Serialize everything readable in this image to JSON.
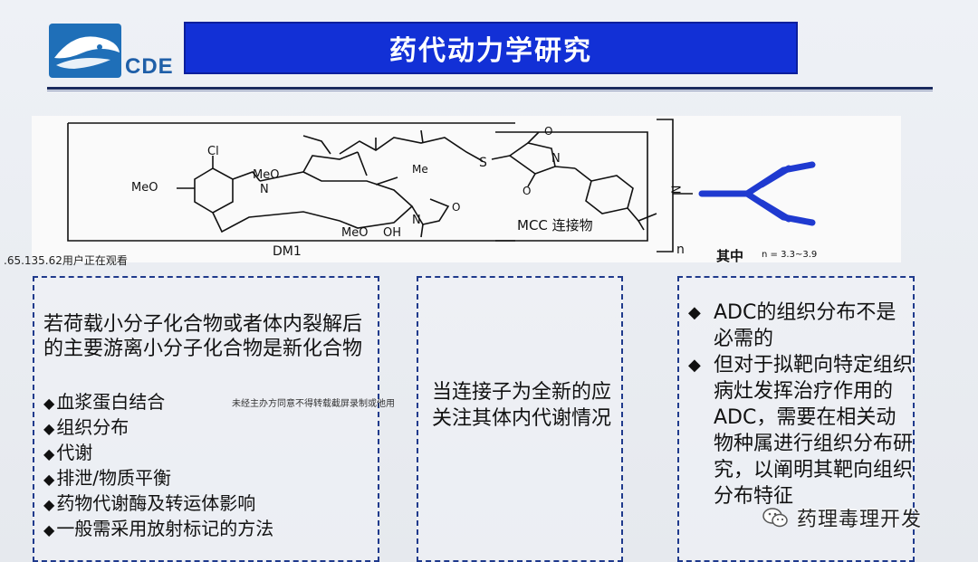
{
  "header": {
    "logo_text": "CDE",
    "title": "药代动力学研究"
  },
  "structure": {
    "labels": {
      "meo_left": "MeO",
      "cl": "Cl",
      "meo_top": "MeO",
      "n_left": "N",
      "me": "Me",
      "s": "S",
      "n_succ": "N",
      "o_succ_top": "O",
      "o_succ_bot": "O",
      "meo_bottom": "MeO",
      "oh": "OH",
      "n_bottom": "N",
      "o_bottom": "O",
      "dm1": "DM1",
      "mcc": "MCC 连接物",
      "nh": "N",
      "n_sub": "n",
      "qizhong": "其中",
      "n_range": "n = 3.3~3.9"
    }
  },
  "overlay": {
    "ip_notice": ".65.135.62用户正在观看",
    "copyright_note": "未经主办方同意不得转载截屏录制或他用"
  },
  "box1": {
    "intro": "若荷载小分子化合物或者体内裂解后的主要游离小分子化合物是新化合物",
    "items": [
      "血浆蛋白结合",
      "组织分布",
      "代谢",
      "排泄/物质平衡",
      "药物代谢酶及转运体影响",
      "一般需采用放射标记的方法"
    ],
    "bullet": "◆"
  },
  "box2": {
    "text": "当连接子为全新的应关注其体内代谢情况"
  },
  "box3": {
    "items": [
      "ADC的组织分布不是必需的",
      "但对于拟靶向特定组织病灶发挥治疗作用的ADC，需要在相关动物种属进行组织分布研究，以阐明其靶向组织分布特征"
    ],
    "bullet": "◆"
  },
  "watermark": {
    "account": "药理毒理开发"
  },
  "colors": {
    "title_bar": "#1230d6",
    "antibody": "#1f3ad0",
    "border": "#1f3a8c"
  }
}
